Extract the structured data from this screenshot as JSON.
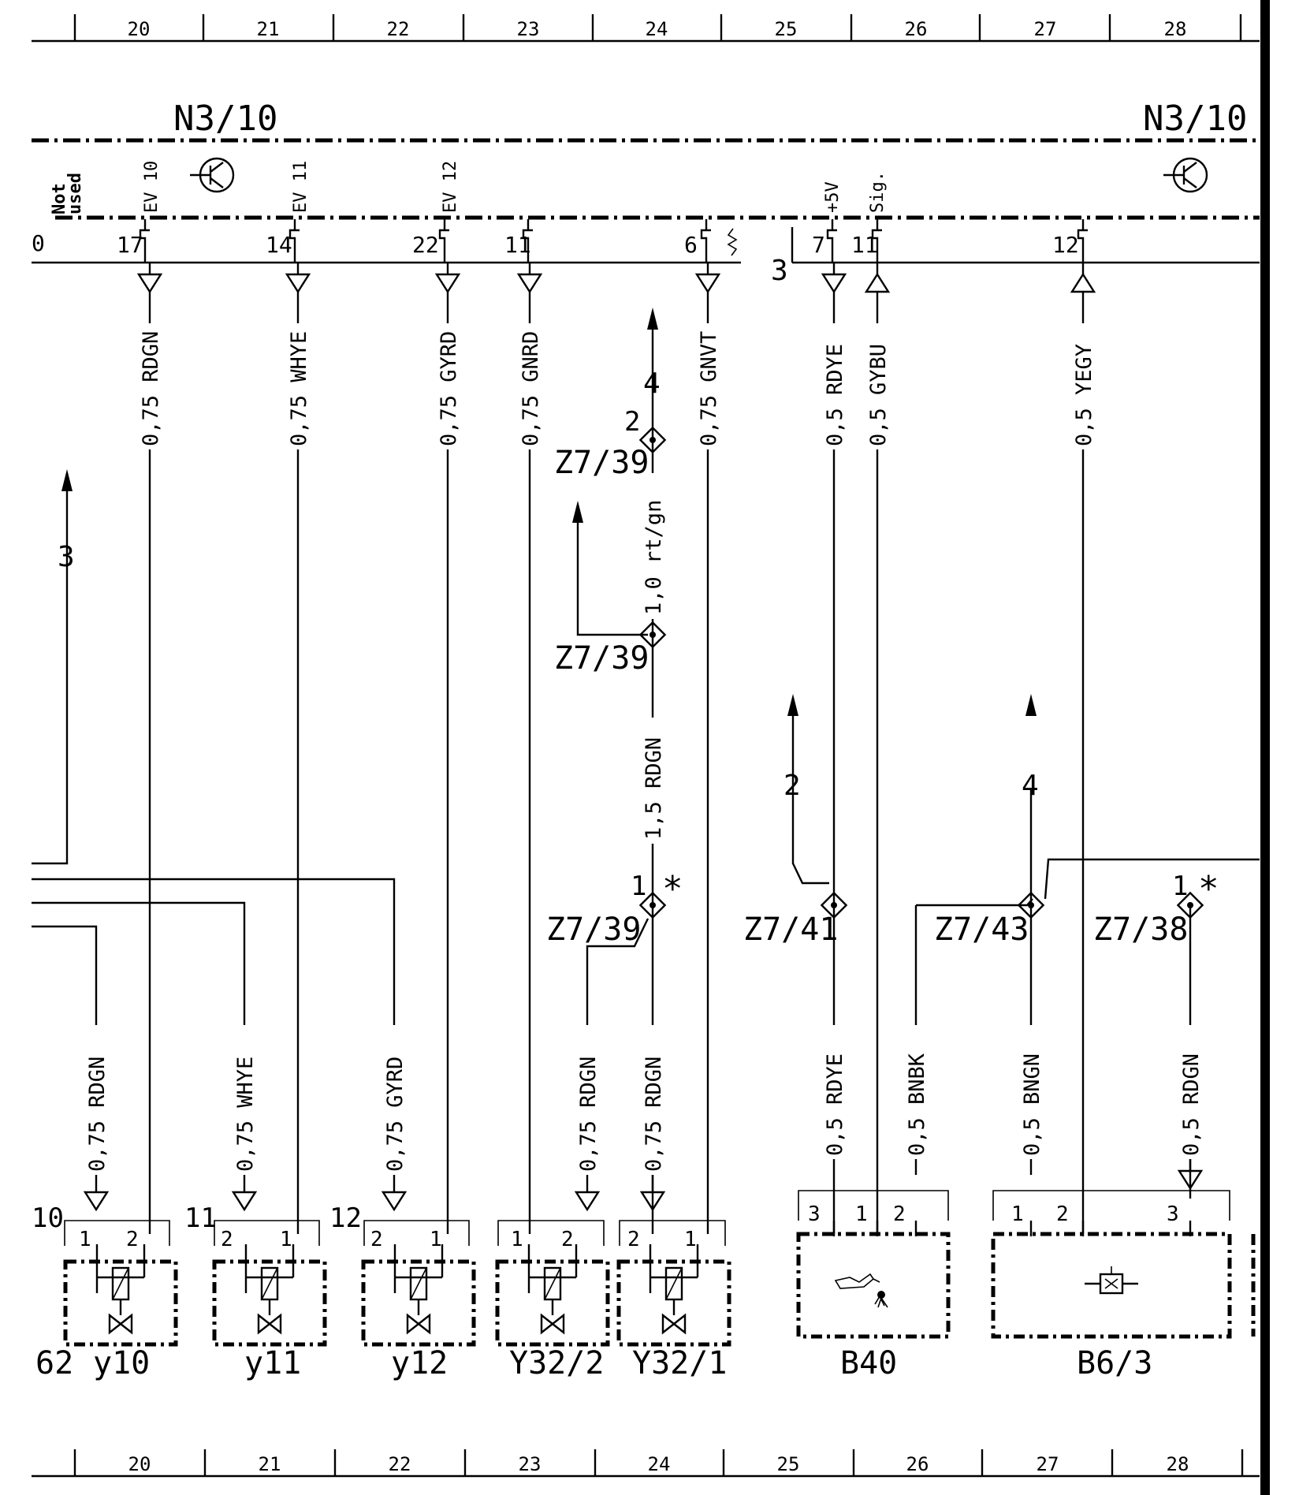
{
  "grid": {
    "top": [
      "20",
      "21",
      "22",
      "23",
      "24",
      "25",
      "26",
      "27",
      "28"
    ],
    "bottom": [
      "20",
      "21",
      "22",
      "23",
      "24",
      "25",
      "26",
      "27",
      "28"
    ]
  },
  "module": {
    "label_left": "N3/10",
    "label_right": "N3/10",
    "left_terminal": "0",
    "pins": [
      "17",
      "14",
      "22",
      "11",
      "6",
      "7",
      "11",
      "12"
    ],
    "pin_signals": [
      "EV 10",
      "EV 11",
      "EV 12",
      "+5V",
      "Sig."
    ],
    "not_used": [
      "Not",
      "used"
    ],
    "separator_number": "3"
  },
  "wires_top": [
    "0,75 RDGN",
    "0,75 WHYE",
    "0,75 GYRD",
    "0,75 GNRD",
    "0,75 GNVT",
    "0,5 RDYE",
    "0,5 GYBU",
    "0,5 YEGY"
  ],
  "wires_bottom": [
    "0,75 RDGN",
    "0,75 WHYE",
    "0,75 GYRD",
    "0,75 RDGN",
    "0,75 RDGN",
    "0,5 RDYE",
    "0,5 BNBK",
    "0,5 BNGN",
    "0,5 RDGN"
  ],
  "mid_wires": [
    "1,0 rt/gn",
    "1,5 RDGN"
  ],
  "arrow_refs": [
    "3",
    "4",
    "2",
    "4"
  ],
  "splices": {
    "top": "Z7/39",
    "mid": "Z7/39",
    "low": "Z7/39",
    "b40": "Z7/41",
    "z743": "Z7/43",
    "z738": "Z7/38",
    "pin_top": "2",
    "pin_low": "1",
    "pin_738": "1",
    "star": "*"
  },
  "components": [
    "y10",
    "y11",
    "y12",
    "Y32/2",
    "Y32/1",
    "B40",
    "B6/3"
  ],
  "component_prefix": "62",
  "component_pins": {
    "y10": [
      "1",
      "2"
    ],
    "y11": [
      "2",
      "1"
    ],
    "y12": [
      "2",
      "1"
    ],
    "Y32/2": [
      "1",
      "2"
    ],
    "Y32/1": [
      "2",
      "1"
    ],
    "B40": [
      "3",
      "1",
      "2"
    ],
    "B6/3": [
      "1",
      "2",
      "3"
    ]
  },
  "connector_numbers": [
    "10",
    "11",
    "12"
  ],
  "icons": [
    "transistor-icon",
    "solenoid-valve-icon",
    "oil-level-sensor-icon",
    "pressure-sensor-icon"
  ]
}
